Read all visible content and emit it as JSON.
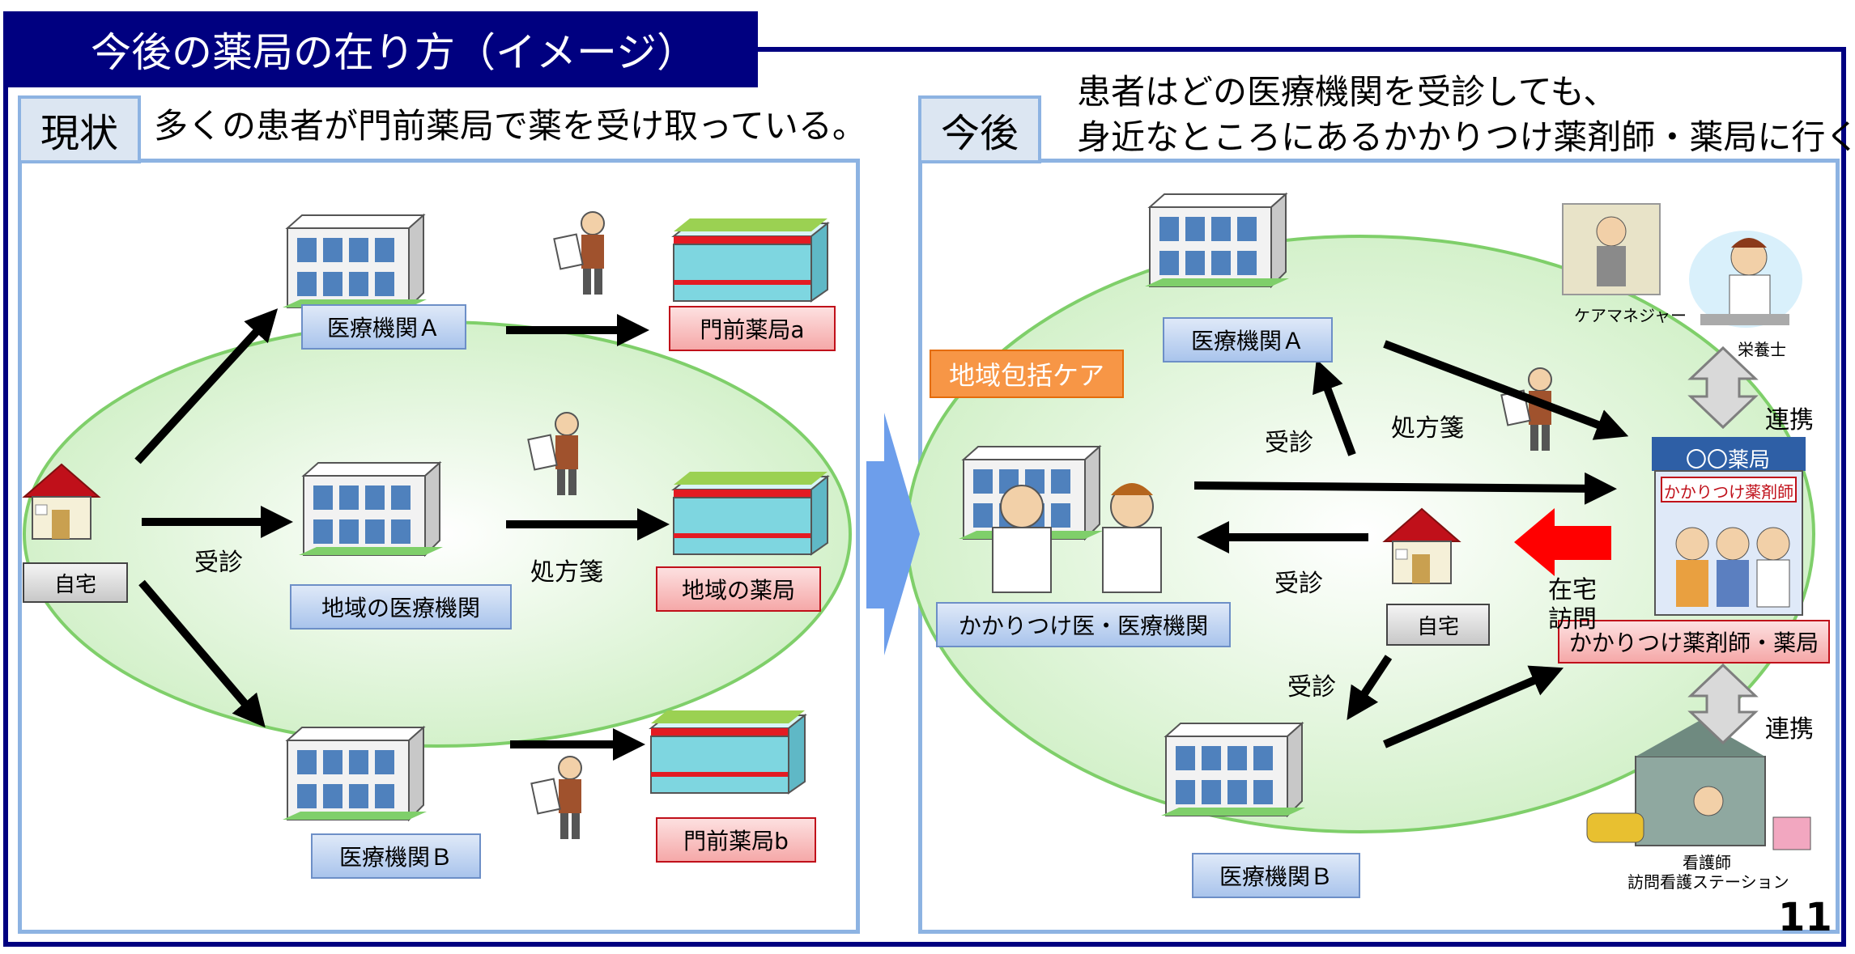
{
  "title": "今後の薬局の在り方（イメージ）",
  "page_number": "11",
  "left": {
    "tag": "現状",
    "caption": "多くの患者が門前薬局で薬を受け取っている。",
    "home": "自宅",
    "consult": "受診",
    "prescription": "処方箋",
    "hospital_a": "医療機関Ａ",
    "hospital_local": "地域の医療機関",
    "hospital_b": "医療機関Ｂ",
    "pharmacy_a": "門前薬局a",
    "pharmacy_local": "地域の薬局",
    "pharmacy_b": "門前薬局b"
  },
  "right": {
    "tag": "今後",
    "caption_line1": "患者はどの医療機関を受診しても、",
    "caption_line2": "身近なところにあるかかりつけ薬剤師・薬局に行く。",
    "community_care": "地域包括ケア",
    "hospital_a": "医療機関Ａ",
    "hospital_b": "医療機関Ｂ",
    "family_doctor": "かかりつけ医・医療機関",
    "home": "自宅",
    "consult_top": "受診",
    "consult_mid": "受診",
    "consult_bottom": "受診",
    "prescription": "処方箋",
    "home_visit_1": "在宅",
    "home_visit_2": "訪問",
    "pharmacist_box": "かかりつけ薬剤師・薬局",
    "pharmacy_sign": "〇〇薬局",
    "pharmacy_banner": "かかりつけ薬剤師",
    "care_manager": "ケアマネジャー",
    "dietitian": "栄養士",
    "cooperation_top": "連携",
    "cooperation_bottom": "連携",
    "nurse_1": "看護師",
    "nurse_2": "訪問看護ステーション"
  },
  "colors": {
    "navy": "#000080",
    "panel_border": "#8db3e2",
    "ellipse_fill": "#d8f5d0",
    "ellipse_stroke": "#7fcf6a",
    "big_arrow": "#6d9eeb",
    "red_arrow": "#ff0000",
    "orange": "#f79646"
  }
}
